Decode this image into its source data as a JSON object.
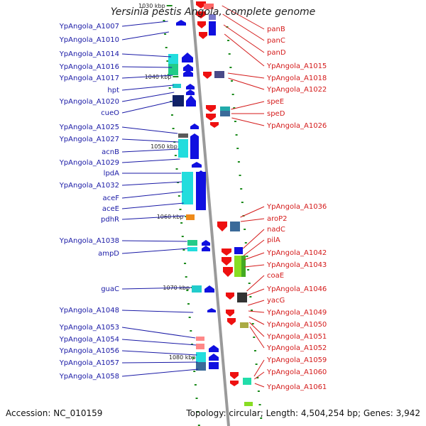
{
  "title": "Yersinia pestis Angola, complete genome",
  "footer": {
    "accession": "Accession: NC_010159",
    "topology": "Topology: circular; Length: 4,504,254 bp; Genes: 3,942"
  },
  "colors": {
    "left_label": "#1a1aa6",
    "right_label": "#d41a1a",
    "backbone": "#9a9a9a",
    "forward_arrow": "#1010e0",
    "reverse_arrow": "#ee1010",
    "tick": "#1a8a1a"
  },
  "kbp_ticks": [
    "1030 kbp",
    "1040 kbp",
    "1050 kbp",
    "1060 kbp",
    "1070 kbp",
    "1080 kbp"
  ],
  "left_labels": [
    "YpAngola_A1007",
    "YpAngola_A1010",
    "YpAngola_A1014",
    "YpAngola_A1016",
    "YpAngola_A1017",
    "hpt",
    "YpAngola_A1020",
    "cueO",
    "YpAngola_A1025",
    "YpAngola_A1027",
    "acnB",
    "YpAngola_A1029",
    "lpdA",
    "YpAngola_A1032",
    "aceF",
    "aceE",
    "pdhR",
    "YpAngola_A1038",
    "ampD",
    "guaC",
    "YpAngola_A1048",
    "YpAngola_A1053",
    "YpAngola_A1054",
    "YpAngola_A1056",
    "YpAngola_A1057",
    "YpAngola_A1058"
  ],
  "right_labels": [
    "panB",
    "panC",
    "panD",
    "YpAngola_A1015",
    "YpAngola_A1018",
    "YpAngola_A1022",
    "speE",
    "speD",
    "YpAngola_A1026",
    "YpAngola_A1036",
    "aroP2",
    "nadC",
    "pilA",
    "YpAngola_A1042",
    "YpAngola_A1043",
    "coaE",
    "YpAngola_A1046",
    "yacG",
    "YpAngola_A1049",
    "YpAngola_A1050",
    "YpAngola_A1051",
    "YpAngola_A1052",
    "YpAngola_A1059",
    "YpAngola_A1060",
    "YpAngola_A1061"
  ]
}
